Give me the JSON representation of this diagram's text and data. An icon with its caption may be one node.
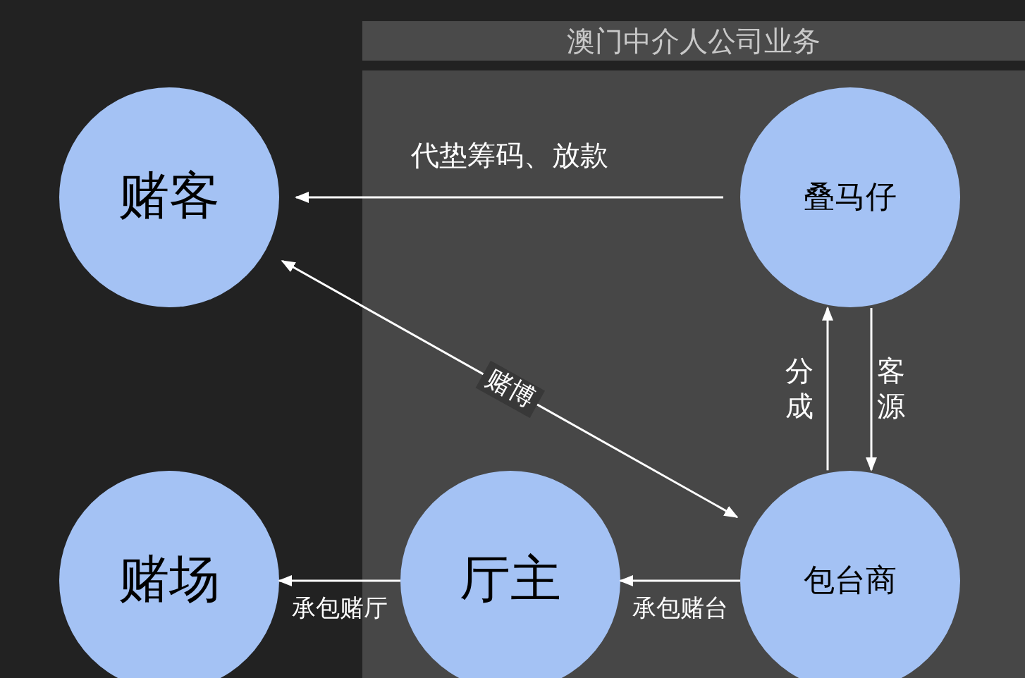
{
  "diagram": {
    "nodes": [
      {
        "text": [
          "澳门中介人公司业务"
        ]
      },
      {
        "text": [
          "赌客"
        ]
      },
      {
        "text": [
          "叠马仔"
        ],
        "in": 0
      },
      {
        "text": [
          "赌场"
        ]
      },
      {
        "text": [
          "厅主"
        ],
        "in": 0
      },
      {
        "text": [
          "包台商"
        ],
        "in": 0
      }
    ],
    "edges": [
      {
        "from": 2,
        "to": 1,
        "arrow": "to",
        "label": "代垫筹码、放款"
      },
      {
        "from": 1,
        "to": 5,
        "arrow": "both",
        "label": "赌博"
      },
      {
        "from": 5,
        "to": 2,
        "arrow": "to",
        "label": "分成"
      },
      {
        "from": 2,
        "to": 5,
        "arrow": "to",
        "label": "客源"
      },
      {
        "from": 5,
        "to": 4,
        "arrow": "to",
        "label": "承包赌台"
      },
      {
        "from": 4,
        "to": 3,
        "arrow": "to",
        "label": "承包赌厅"
      }
    ]
  }
}
